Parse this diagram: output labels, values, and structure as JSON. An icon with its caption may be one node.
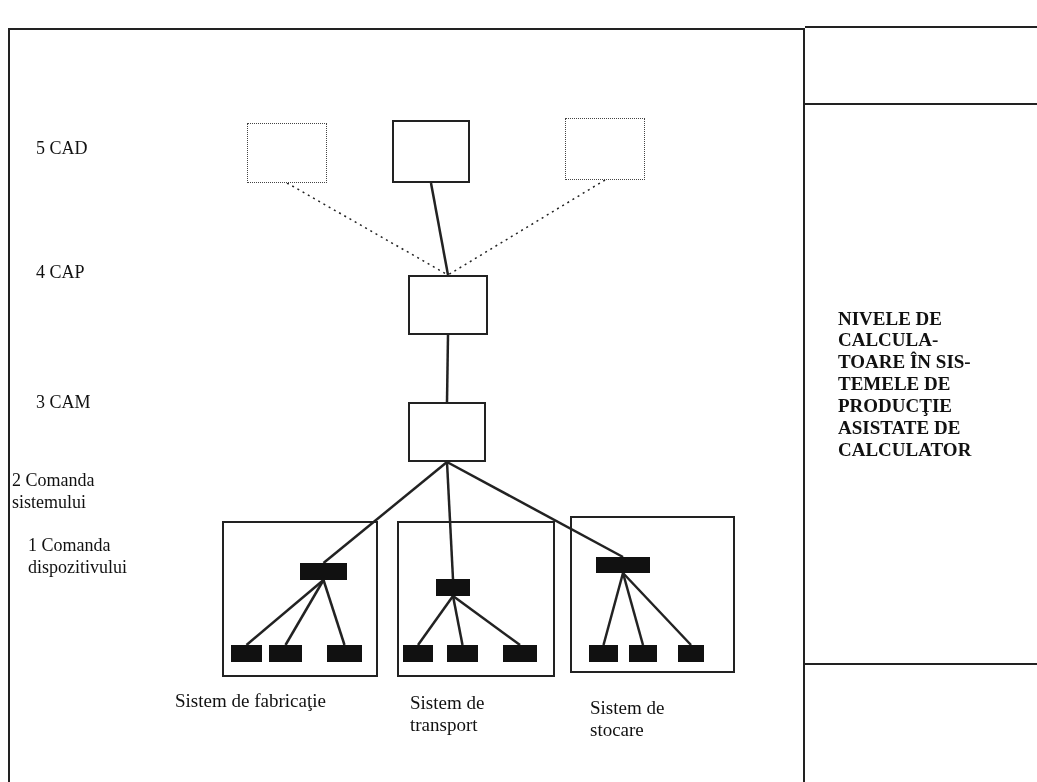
{
  "diagram": {
    "nodes": [
      {
        "text": [],
        "shape": "box"
      },
      {
        "text": [],
        "shape": "box"
      },
      {
        "text": [],
        "shape": "box"
      },
      {
        "text": [],
        "shape": "box"
      },
      {
        "text": [],
        "shape": "box"
      },
      {
        "text": [
          "Sistem de fabricaţie"
        ]
      },
      {
        "text": [],
        "shape": "bar",
        "in": 5
      },
      {
        "text": [],
        "shape": "bar",
        "in": 5
      },
      {
        "text": [],
        "shape": "bar",
        "in": 5
      },
      {
        "text": [],
        "shape": "bar",
        "in": 5
      },
      {
        "text": [
          "Sistem de transport"
        ]
      },
      {
        "text": [],
        "shape": "bar",
        "in": 10
      },
      {
        "text": [],
        "shape": "bar",
        "in": 10
      },
      {
        "text": [],
        "shape": "bar",
        "in": 10
      },
      {
        "text": [],
        "shape": "bar",
        "in": 10
      },
      {
        "text": [
          "Sistem de stocare"
        ]
      },
      {
        "text": [],
        "shape": "bar",
        "in": 15
      },
      {
        "text": [],
        "shape": "bar",
        "in": 15
      },
      {
        "text": [],
        "shape": "bar",
        "in": 15
      },
      {
        "text": [],
        "shape": "bar",
        "in": 15
      },
      {
        "text": [
          "NIVELE DE CALCULA- TOARE ÎN SIS- TEMELE DE PRODUCŢIE ASISTATE DE CALCULATOR"
        ]
      }
    ],
    "edges": [
      {
        "from": 0,
        "to": 3,
        "arrow": "none",
        "style": "dashed"
      },
      {
        "from": 1,
        "to": 3,
        "arrow": "none"
      },
      {
        "from": 2,
        "to": 3,
        "arrow": "none",
        "style": "dashed"
      },
      {
        "from": 3,
        "to": 4,
        "arrow": "none"
      },
      {
        "from": 4,
        "to": 6,
        "arrow": "none"
      },
      {
        "from": 4,
        "to": 11,
        "arrow": "none"
      },
      {
        "from": 4,
        "to": 16,
        "arrow": "none"
      },
      {
        "from": 6,
        "to": 7,
        "arrow": "none"
      },
      {
        "from": 6,
        "to": 8,
        "arrow": "none"
      },
      {
        "from": 6,
        "to": 9,
        "arrow": "none"
      },
      {
        "from": 11,
        "to": 12,
        "arrow": "none"
      },
      {
        "from": 11,
        "to": 13,
        "arrow": "none"
      },
      {
        "from": 11,
        "to": 14,
        "arrow": "none"
      },
      {
        "from": 16,
        "to": 17,
        "arrow": "none"
      },
      {
        "from": 16,
        "to": 18,
        "arrow": "none"
      },
      {
        "from": 16,
        "to": 19,
        "arrow": "none"
      }
    ],
    "labels": [
      "5 CAD",
      "4 CAP",
      "3 CAM",
      "2 Comanda sistemului",
      "1 Comanda dispozitivului"
    ]
  }
}
